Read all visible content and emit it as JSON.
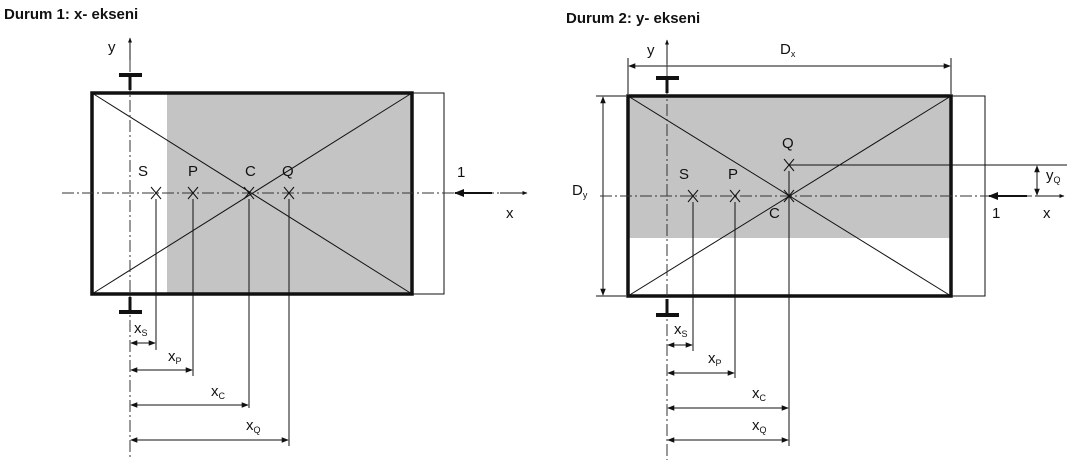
{
  "panel1": {
    "title": "Durum 1: x- ekseni",
    "axis_x": "x",
    "axis_y": "y",
    "load": "1",
    "points": {
      "S": "S",
      "P": "P",
      "C": "C",
      "Q": "Q"
    },
    "dims": {
      "xS": {
        "main": "x",
        "sub": "S"
      },
      "xP": {
        "main": "x",
        "sub": "P"
      },
      "xC": {
        "main": "x",
        "sub": "C"
      },
      "xQ": {
        "main": "x",
        "sub": "Q"
      }
    }
  },
  "panel2": {
    "title": "Durum 2: y- ekseni",
    "axis_x": "x",
    "axis_y": "y",
    "load": "1",
    "Dx": {
      "main": "D",
      "sub": "x"
    },
    "Dy": {
      "main": "D",
      "sub": "y"
    },
    "yQ": {
      "main": "y",
      "sub": "Q"
    },
    "points": {
      "S": "S",
      "P": "P",
      "C": "C",
      "Q": "Q"
    },
    "dims": {
      "xS": {
        "main": "x",
        "sub": "S"
      },
      "xP": {
        "main": "x",
        "sub": "P"
      },
      "xC": {
        "main": "x",
        "sub": "C"
      },
      "xQ": {
        "main": "x",
        "sub": "Q"
      }
    }
  },
  "colors": {
    "shade": "#c4c4c4",
    "ink": "#111111"
  }
}
